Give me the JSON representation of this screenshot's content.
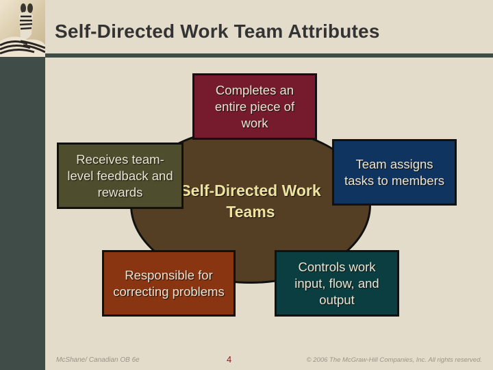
{
  "slide": {
    "title": "Self-Directed Work Team Attributes",
    "logo_icon": "zebra-photo",
    "diagram": {
      "center_label": "Self-Directed Work Teams",
      "center_color": "#553f24",
      "attributes": [
        {
          "id": "top",
          "label": "Completes an entire piece of work",
          "color": "#761b2d"
        },
        {
          "id": "left",
          "label": "Receives team-level feedback and rewards",
          "color": "#4e4e2e"
        },
        {
          "id": "right",
          "label": "Team assigns tasks to members",
          "color": "#0f345f"
        },
        {
          "id": "bottom-left",
          "label": "Responsible for correcting problems",
          "color": "#8a3512"
        },
        {
          "id": "bottom-right",
          "label": "Controls work input, flow, and output",
          "color": "#0a3e40"
        }
      ]
    },
    "footer": {
      "left": "McShane/ Canadian OB 6e",
      "page": "4",
      "right": "© 2006  The McGraw-Hill Companies, Inc.  All rights reserved."
    }
  }
}
